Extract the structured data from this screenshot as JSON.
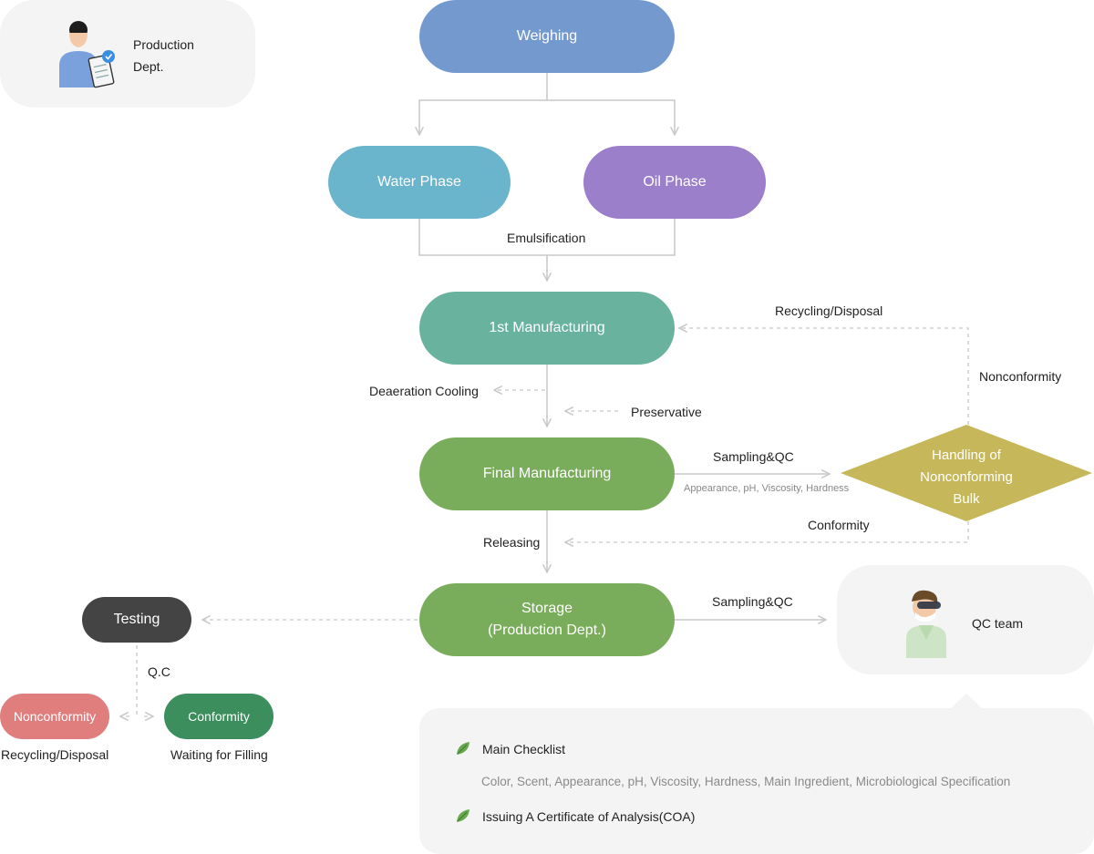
{
  "production_card": {
    "label": "Production\nDept."
  },
  "qc_card": {
    "label": "QC team"
  },
  "nodes": {
    "weighing": "Weighing",
    "water_phase": "Water Phase",
    "oil_phase": "Oil Phase",
    "first_manufacturing": "1st Manufacturing",
    "final_manufacturing": "Final Manufacturing",
    "storage": "Storage\n(Production Dept.)",
    "handling": "Handling of\nNonconforming\nBulk",
    "testing": "Testing",
    "nonconformity": "Nonconformity",
    "conformity": "Conformity"
  },
  "labels": {
    "emulsification": "Emulsification",
    "recycling_disposal_top": "Recycling/Disposal",
    "nonconformity_side": "Nonconformity",
    "deaeration_cooling": "Deaeration Cooling",
    "preservative": "Preservative",
    "sampling_qc_1": "Sampling&QC",
    "sampling_qc_1_detail": "Appearance, pH, Viscosity, Hardness",
    "conformity_return": "Conformity",
    "releasing": "Releasing",
    "sampling_qc_2": "Sampling&QC",
    "qc": "Q.C",
    "recycling_disposal_bottom": "Recycling/Disposal",
    "waiting_for_filling": "Waiting for Filling"
  },
  "checklist": {
    "items": [
      {
        "title": "Main Checklist",
        "detail": "Color, Scent, Appearance, pH, Viscosity, Hardness, Main Ingredient, Microbiological Specification"
      },
      {
        "title": "Issuing A Certificate of Analysis(COA)"
      }
    ]
  },
  "colors": {
    "weighing": "#7399cf",
    "water_phase": "#6ab4cc",
    "oil_phase": "#9b7fcb",
    "first_manufacturing": "#69b39e",
    "final_manufacturing": "#7aad5b",
    "storage": "#7aad5b",
    "handling": "#c6b85a",
    "testing": "#444444",
    "nonconformity": "#e07d7d",
    "conformity": "#3c8e5c"
  },
  "icons": {
    "production": "worker-with-clipboard-icon",
    "qc": "lab-technician-icon",
    "bullet": "leaf-icon"
  }
}
